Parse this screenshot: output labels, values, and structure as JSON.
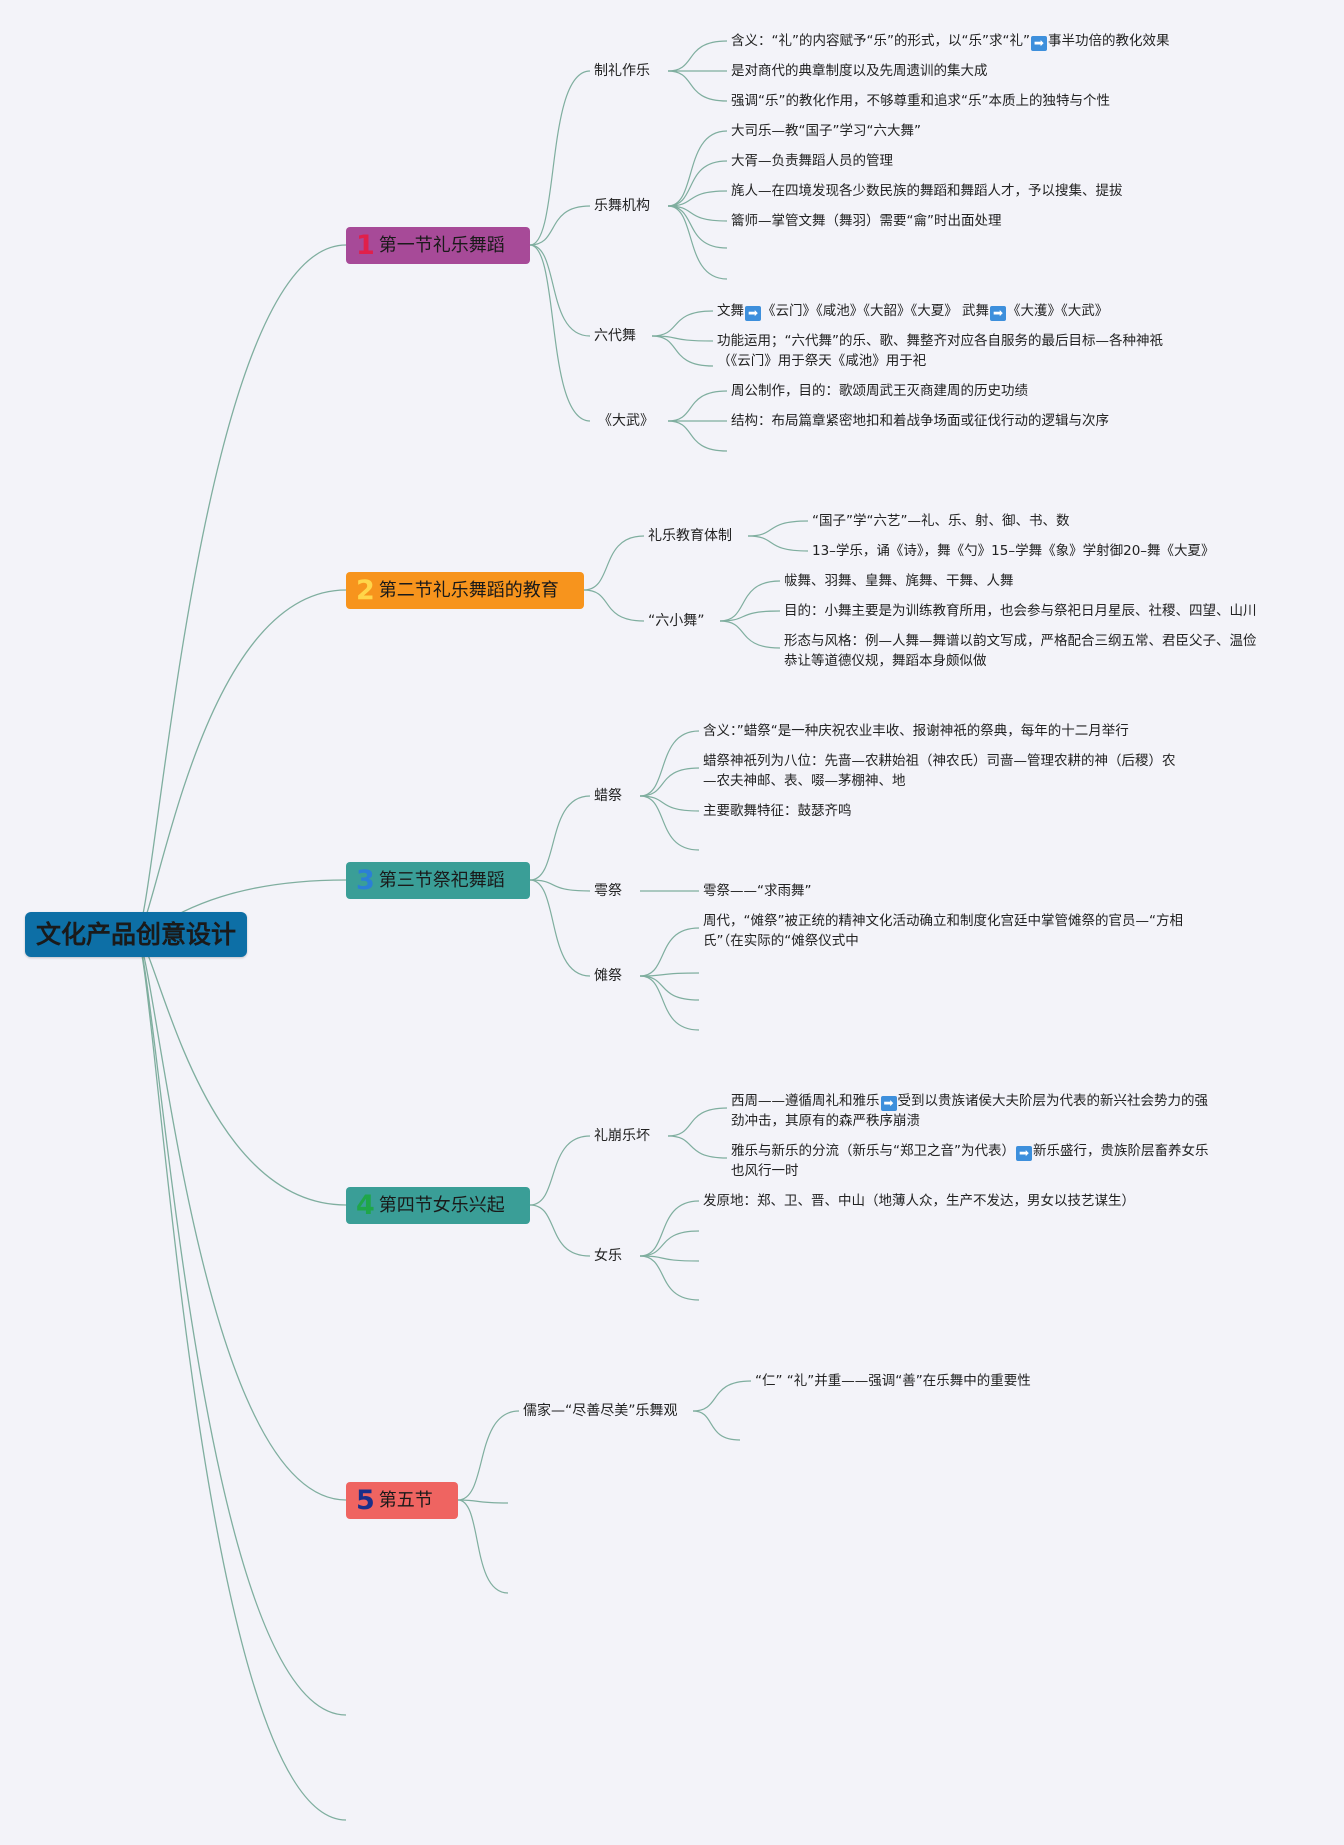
{
  "root": {
    "title": "文化产品创意设计",
    "color": "#0d6fa6"
  },
  "arrow_icon": "➡",
  "line_color": "#7fae9f",
  "sections": [
    {
      "num": "1",
      "title": "第一节礼乐舞蹈",
      "bg": "#a74a98",
      "num_color": "#e0204a",
      "subs": [
        {
          "label": "制礼作乐",
          "leaves": [
            {
              "pre": "含义：“礼”的内容赋予“乐”的形式，以“乐”求“礼”",
              "arrow": true,
              "post": "事半功倍的教化效果"
            },
            {
              "text": "是对商代的典章制度以及先周遗训的集大成"
            },
            {
              "text": "强调“乐”的教化作用，不够尊重和追求“乐”本质上的独特与个性"
            }
          ]
        },
        {
          "label": "乐舞机构",
          "leaves": [
            {
              "text": "大司乐—教“国子”学习“六大舞”"
            },
            {
              "text": "大胥—负责舞蹈人员的管理"
            },
            {
              "text": "旄人—在四境发现各少数民族的舞蹈和舞蹈人才，予以搜集、提拔"
            },
            {
              "text": "籥师—掌管文舞（舞羽）需要“龠”时出面处理"
            }
          ]
        },
        {
          "label": "六代舞",
          "leaves": [
            {
              "pre": "文舞",
              "arrow": true,
              "mid": "《云门》《咸池》《大韶》《大夏》 武舞",
              "arrow2": true,
              "post": "《大濩》《大武》"
            },
            {
              "line1": "功能运用；“六代舞”的乐、歌、舞整齐对应各自服务的最后目标—各种神祇",
              "line2": "（《云门》用于祭天《咸池》用于祀"
            }
          ]
        },
        {
          "label": "《大武》",
          "leaves": [
            {
              "text": "周公制作，目的：歌颂周武王灭商建周的历史功绩"
            },
            {
              "text": "结构：布局篇章紧密地扣和着战争场面或征伐行动的逻辑与次序"
            }
          ]
        }
      ]
    },
    {
      "num": "2",
      "title": "第二节礼乐舞蹈的教育",
      "bg": "#f7941d",
      "num_color": "#ffd54a",
      "subs": [
        {
          "label": "礼乐教育体制",
          "leaves": [
            {
              "text": "“国子”学“六艺”—礼、乐、射、御、书、数"
            },
            {
              "text": "13–学乐，诵《诗》，舞《勺》15–学舞《象》学射御20–舞《大夏》"
            }
          ]
        },
        {
          "label": "“六小舞”",
          "leaves": [
            {
              "text": "帗舞、羽舞、皇舞、旄舞、干舞、人舞"
            },
            {
              "text": "目的：小舞主要是为训练教育所用，也会参与祭祀日月星辰、社稷、四望、山川"
            },
            {
              "line1": "形态与风格：例—人舞—舞谱以韵文写成，严格配合三纲五常、君臣父子、温俭",
              "line2": "恭让等道德仪规，舞蹈本身颇似做"
            }
          ]
        }
      ]
    },
    {
      "num": "3",
      "title": "第三节祭祀舞蹈",
      "bg": "#3a9e97",
      "num_color": "#2b7fd6",
      "subs": [
        {
          "label": "蜡祭",
          "leaves": [
            {
              "text": "含义：”蜡祭“是一种庆祝农业丰收、报谢神祇的祭典，每年的十二月举行"
            },
            {
              "line1": "蜡祭神祇列为八位：先啬—农耕始祖（神农氏）司啬—管理农耕的神（后稷）农",
              "line2": "—农夫神邮、表、啜—茅棚神、地"
            },
            {
              "text": "主要歌舞特征：鼓瑟齐鸣"
            }
          ]
        },
        {
          "label": "雩祭",
          "leaves": [
            {
              "text": "雩祭——“求雨舞”"
            }
          ]
        },
        {
          "label": "傩祭",
          "leaves": [
            {
              "line1": "周代，“傩祭”被正统的精神文化活动确立和制度化宫廷中掌管傩祭的官员—“方相",
              "line2": "氏”（在实际的“傩祭仪式中"
            }
          ]
        }
      ]
    },
    {
      "num": "4",
      "title": "第四节女乐兴起",
      "bg": "#3a9e97",
      "num_color": "#1fa64a",
      "subs": [
        {
          "label": "礼崩乐坏",
          "leaves": [
            {
              "pre": "西周——遵循周礼和雅乐",
              "arrow": true,
              "post": "受到以贵族诸侯大夫阶层为代表的新兴社会势力的强",
              "line2": "劲冲击，其原有的森严秩序崩溃"
            },
            {
              "pre": "雅乐与新乐的分流（新乐与“郑卫之音”为代表）",
              "arrow": true,
              "post": "新乐盛行，贵族阶层畜养女乐",
              "line2": "也风行一时"
            }
          ]
        },
        {
          "label": "女乐",
          "leaves": [
            {
              "text": "发原地：郑、卫、晋、中山（地薄人众，生产不发达，男女以技艺谋生）"
            }
          ]
        }
      ]
    },
    {
      "num": "5",
      "title": "第五节",
      "bg": "#ef6461",
      "num_color": "#1a2f8a",
      "subs": [
        {
          "label": "儒家—“尽善尽美”乐舞观",
          "leaves": [
            {
              "text": "“仁” “礼”并重——强调“善”在乐舞中的重要性"
            }
          ]
        }
      ]
    }
  ]
}
